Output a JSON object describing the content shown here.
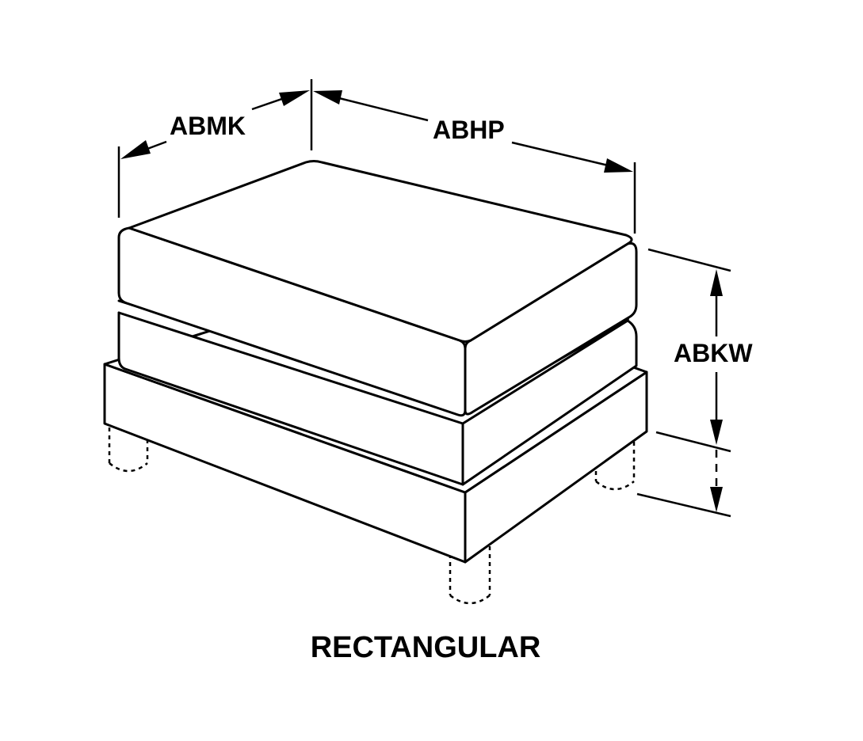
{
  "diagram": {
    "shape_name": "RECTANGULAR",
    "dimensions": {
      "depth": "ABMK",
      "length": "ABHP",
      "height": "ABKW"
    },
    "colors": {
      "line": "#000000",
      "background": "#ffffff"
    }
  }
}
